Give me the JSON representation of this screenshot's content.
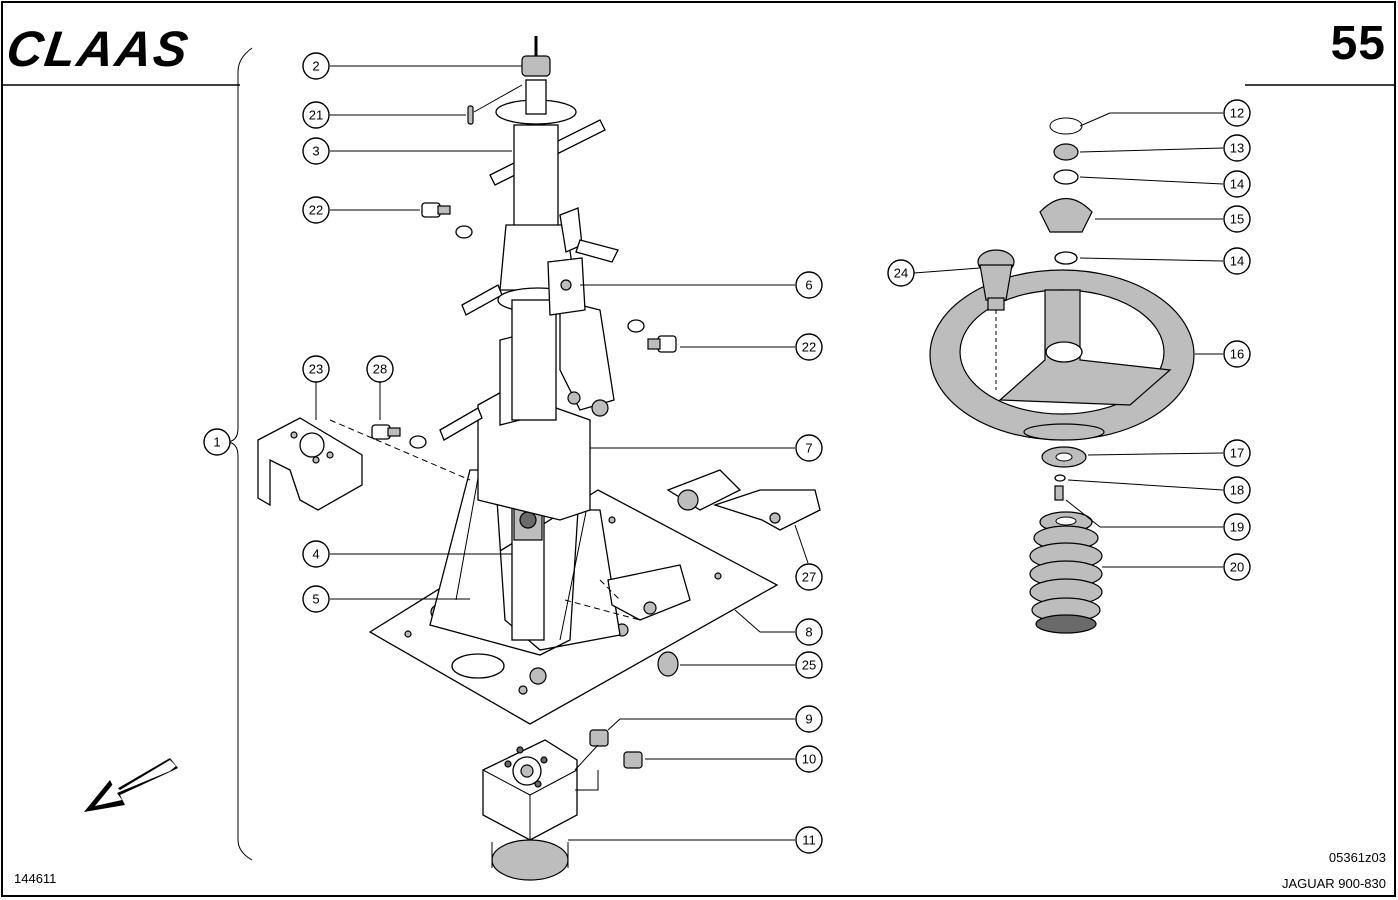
{
  "header": {
    "brand": "CLAAS",
    "page_number": "55"
  },
  "footer": {
    "document_id": "144611",
    "drawing_code": "05361z03",
    "model": "JAGUAR 900-830"
  },
  "callouts": [
    {
      "id": "c1",
      "label": "1"
    },
    {
      "id": "c2",
      "label": "2"
    },
    {
      "id": "c21",
      "label": "21"
    },
    {
      "id": "c3",
      "label": "3"
    },
    {
      "id": "c22a",
      "label": "22"
    },
    {
      "id": "c6",
      "label": "6"
    },
    {
      "id": "c22b",
      "label": "22"
    },
    {
      "id": "c23",
      "label": "23"
    },
    {
      "id": "c28",
      "label": "28"
    },
    {
      "id": "c7",
      "label": "7"
    },
    {
      "id": "c4",
      "label": "4"
    },
    {
      "id": "c27",
      "label": "27"
    },
    {
      "id": "c5",
      "label": "5"
    },
    {
      "id": "c8",
      "label": "8"
    },
    {
      "id": "c25",
      "label": "25"
    },
    {
      "id": "c9",
      "label": "9"
    },
    {
      "id": "c10",
      "label": "10"
    },
    {
      "id": "c11",
      "label": "11"
    },
    {
      "id": "c12",
      "label": "12"
    },
    {
      "id": "c13",
      "label": "13"
    },
    {
      "id": "c14a",
      "label": "14"
    },
    {
      "id": "c15",
      "label": "15"
    },
    {
      "id": "c24",
      "label": "24"
    },
    {
      "id": "c14b",
      "label": "14"
    },
    {
      "id": "c16",
      "label": "16"
    },
    {
      "id": "c17",
      "label": "17"
    },
    {
      "id": "c18",
      "label": "18"
    },
    {
      "id": "c19",
      "label": "19"
    },
    {
      "id": "c20",
      "label": "20"
    }
  ]
}
